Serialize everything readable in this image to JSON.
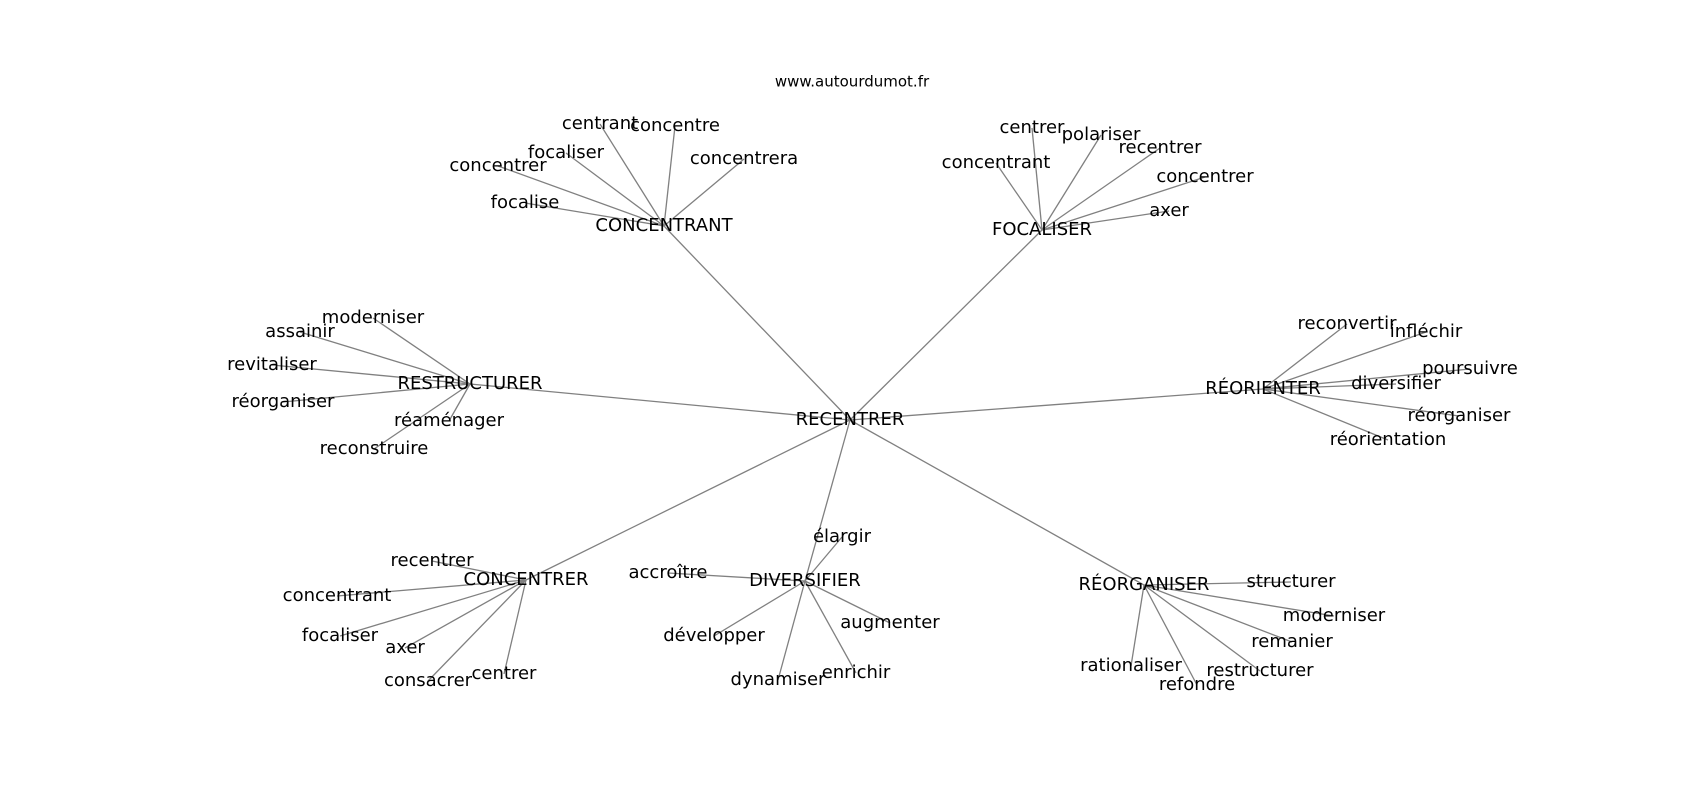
{
  "header": {
    "source": "www.autourdumot.fr"
  },
  "center": {
    "id": "c",
    "label": "RECENTRER"
  },
  "hubs": [
    {
      "id": "h1",
      "label": "CONCENTRANT",
      "leaves": [
        {
          "id": "h1a",
          "label": "centrant"
        },
        {
          "id": "h1b",
          "label": "concentre"
        },
        {
          "id": "h1c",
          "label": "focaliser"
        },
        {
          "id": "h1d",
          "label": "concentrera"
        },
        {
          "id": "h1e",
          "label": "concentrer"
        },
        {
          "id": "h1f",
          "label": "focalise"
        }
      ]
    },
    {
      "id": "h2",
      "label": "FOCALISER",
      "leaves": [
        {
          "id": "h2a",
          "label": "centrer"
        },
        {
          "id": "h2b",
          "label": "polariser"
        },
        {
          "id": "h2c",
          "label": "recentrer"
        },
        {
          "id": "h2d",
          "label": "concentrant"
        },
        {
          "id": "h2e",
          "label": "concentrer"
        },
        {
          "id": "h2f",
          "label": "axer"
        }
      ]
    },
    {
      "id": "h3",
      "label": "RESTRUCTURER",
      "leaves": [
        {
          "id": "h3a",
          "label": "moderniser"
        },
        {
          "id": "h3b",
          "label": "assainir"
        },
        {
          "id": "h3c",
          "label": "revitaliser"
        },
        {
          "id": "h3d",
          "label": "réorganiser"
        },
        {
          "id": "h3e",
          "label": "réaménager"
        },
        {
          "id": "h3f",
          "label": "reconstruire"
        }
      ]
    },
    {
      "id": "h4",
      "label": "RÉORIENTER",
      "leaves": [
        {
          "id": "h4a",
          "label": "reconvertir"
        },
        {
          "id": "h4b",
          "label": "infléchir"
        },
        {
          "id": "h4c",
          "label": "poursuivre"
        },
        {
          "id": "h4d",
          "label": "diversifier"
        },
        {
          "id": "h4e",
          "label": "réorganiser"
        },
        {
          "id": "h4f",
          "label": "réorientation"
        }
      ]
    },
    {
      "id": "h5",
      "label": "CONCENTRER",
      "leaves": [
        {
          "id": "h5a",
          "label": "recentrer"
        },
        {
          "id": "h5b",
          "label": "concentrant"
        },
        {
          "id": "h5c",
          "label": "focaliser"
        },
        {
          "id": "h5d",
          "label": "axer"
        },
        {
          "id": "h5e",
          "label": "consacrer"
        },
        {
          "id": "h5f",
          "label": "centrer"
        }
      ]
    },
    {
      "id": "h6",
      "label": "DIVERSIFIER",
      "leaves": [
        {
          "id": "h6a",
          "label": "élargir"
        },
        {
          "id": "h6b",
          "label": "accroître"
        },
        {
          "id": "h6c",
          "label": "augmenter"
        },
        {
          "id": "h6d",
          "label": "développer"
        },
        {
          "id": "h6e",
          "label": "dynamiser"
        },
        {
          "id": "h6f",
          "label": "enrichir"
        }
      ]
    },
    {
      "id": "h7",
      "label": "RÉORGANISER",
      "leaves": [
        {
          "id": "h7a",
          "label": "structurer"
        },
        {
          "id": "h7b",
          "label": "moderniser"
        },
        {
          "id": "h7c",
          "label": "remanier"
        },
        {
          "id": "h7d",
          "label": "rationaliser"
        },
        {
          "id": "h7e",
          "label": "restructurer"
        },
        {
          "id": "h7f",
          "label": "refondre"
        }
      ]
    }
  ]
}
